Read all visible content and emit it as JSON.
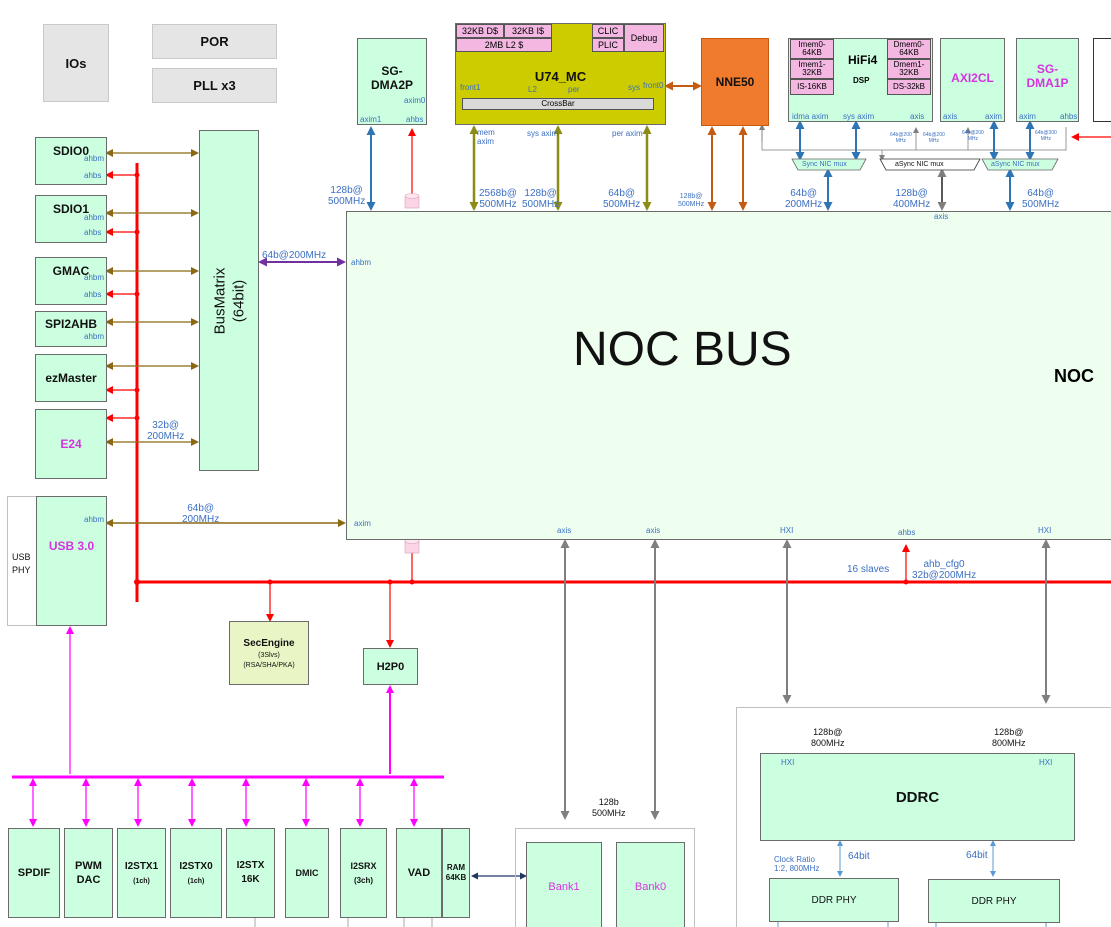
{
  "blocks": {
    "ios": "IOs",
    "por": "POR",
    "pll": "PLL x3",
    "sgdma2p": "SG-\nDMA2P",
    "u74": "U74_MC",
    "u74_cells": {
      "d_cache": "32KB D$",
      "i_cache": "32KB I$",
      "l2": "2MB L2 $",
      "clic": "CLIC",
      "plic": "PLIC",
      "debug": "Debug"
    },
    "crossbar": "CrossBar",
    "nne50": "NNE50",
    "hifi4_title": "HiFi4",
    "hifi4_sub": "DSP",
    "hifi4_mem": {
      "imem0": "Imem0-\n64KB",
      "imem1": "Imem1-\n32KB",
      "is": "IS-16KB",
      "dmem0": "Dmem0-\n64KB",
      "dmem1": "Dmem1-\n32KB",
      "ds": "DS-32kB"
    },
    "axi2cl": "AXI2CL",
    "sgdma1p": "SG-\nDMA1P",
    "sdio0": "SDIO0",
    "sdio1": "SDIO1",
    "gmac": "GMAC",
    "spi2ahb": "SPI2AHB",
    "ezmaster": "ezMaster",
    "e24": "E24",
    "usb3": "USB 3.0",
    "usb_phy": "USB\nPHY",
    "busmatrix": "BusMatrix\n(64bit)",
    "noc_bus": "NOC BUS",
    "noc_right": "NOC",
    "secengine_title": "SecEngine",
    "secengine_sub": "(3Slvs)",
    "secengine_sub2": "(RSA/SHA/PKA)",
    "h2p0": "H2P0",
    "ddrc": "DDRC",
    "ddr_phy_1": "DDR PHY",
    "ddr_phy_2": "DDR PHY",
    "bank1": "Bank1",
    "bank0": "Bank0",
    "spdif": "SPDIF",
    "pwm_dac": "PWM\nDAC",
    "i2stx1": "I2STX1",
    "i2stx1_sub": "(1ch)",
    "i2stx0": "I2STX0",
    "i2stx0_sub": "(1ch)",
    "i2stx16k": "I2STX\n16K",
    "dmic": "DMIC",
    "i2srx": "I2SRX",
    "i2srx_sub": "(3ch)",
    "vad": "VAD",
    "ram": "RAM\n64KB"
  },
  "ports": {
    "axim1": "axim1",
    "ahbs": "ahbs",
    "axim0": "axim0",
    "front1": "front1",
    "l2": "L2",
    "per": "per",
    "sys": "sys",
    "front0": "front0",
    "mem_axim": "mem\naxim",
    "sys_axim": "sys axim",
    "per_axim": "per axim",
    "idma_axim": "idma axim",
    "sys_axim2": "sys axim",
    "axis": "axis",
    "axim": "axim",
    "ahbm": "ahbm",
    "noc_axim": "axim",
    "noc_axis_1": "axis",
    "noc_axis_2": "axis",
    "noc_hxi_1": "HXI",
    "noc_ahbs": "ahbs",
    "noc_hxi_2": "HXI",
    "noc_axis_top": "axis",
    "ddrc_hxi_l": "HXI",
    "ddrc_hxi_r": "HXI"
  },
  "muxes": {
    "sync1": "Sync NIC mux",
    "async1": "aSync NIC mux",
    "async2": "aSync NIC mux"
  },
  "bandwidths": {
    "sgdma2p": "128b@\n500MHz",
    "u74_mem": "2568b@\n500MHz",
    "u74_sys": "128b@\n500MHz",
    "u74_per": "64b@\n500MHz",
    "nne": "128b@\n500MHz",
    "hifi": "64b@\n200MHz",
    "axi2cl": "128b@\n400MHz",
    "sgdma1p": "64b@\n500MHz",
    "busmatrix_noc": "64b@200MHz",
    "e24": "32b@\n200MHz",
    "usb": "64b@\n200MHz",
    "bank": "128b\n500MHz",
    "ddr_l": "128b@\n800MHz",
    "ddr_r": "128b@\n800MHz",
    "ddr_64_l": "64bit",
    "ddr_64_r": "64bit",
    "clock_ratio": "Clock Ratio\n1:2, 800MHz",
    "slaves": "16 slaves",
    "ahb_cfg": "ahb_cfg0\n32b@200MHz",
    "mux_a": "64b@200\nMHz",
    "mux_b": "64b@200\nMHz",
    "mux_c": "64b@200\nMHz",
    "mux_d": "64b@300\nMHz"
  },
  "colors": {
    "red_bus": "#ff0000",
    "magenta_bus": "#ff00ff",
    "brown": "#8b6914",
    "olive": "#8c8c14",
    "blue": "#2e75b6",
    "gray": "#7f7f7f",
    "purple": "#7030a0",
    "orange_link": "#c55a11",
    "mint": "#ccffe0"
  }
}
